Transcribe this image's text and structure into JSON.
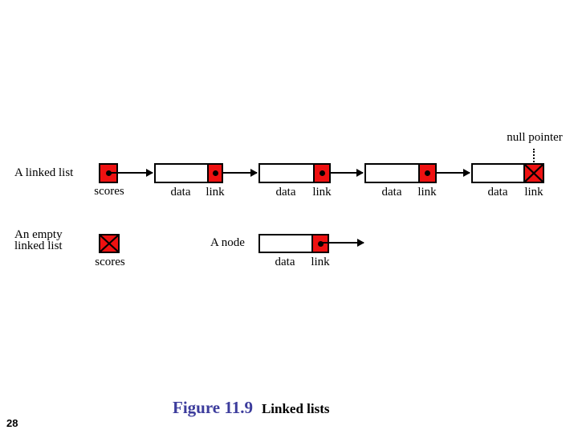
{
  "colors": {
    "node_red": "#ee1111",
    "figure_label_color": "#3c3c9c"
  },
  "icons": {
    "null_pointer": "x-cross",
    "pointer": "black-dot",
    "arrow": "right-arrow"
  },
  "diagram": {
    "row1": {
      "list_label": "A linked list",
      "pointer_label": "scores",
      "null_pointer_label": "null pointer",
      "nodes": [
        {
          "data_label": "data",
          "link_label": "link",
          "link_type": "pointer"
        },
        {
          "data_label": "data",
          "link_label": "link",
          "link_type": "pointer"
        },
        {
          "data_label": "data",
          "link_label": "link",
          "link_type": "pointer"
        },
        {
          "data_label": "data",
          "link_label": "link",
          "link_type": "null"
        }
      ]
    },
    "row2": {
      "empty_list_label_line1": "An empty",
      "empty_list_label_line2": "linked list",
      "pointer_label": "scores",
      "node_label": "A node",
      "node": {
        "data_label": "data",
        "link_label": "link",
        "link_type": "pointer"
      }
    }
  },
  "caption": {
    "figure_label": "Figure 11.9",
    "figure_title": "Linked lists"
  },
  "page_number": "28"
}
